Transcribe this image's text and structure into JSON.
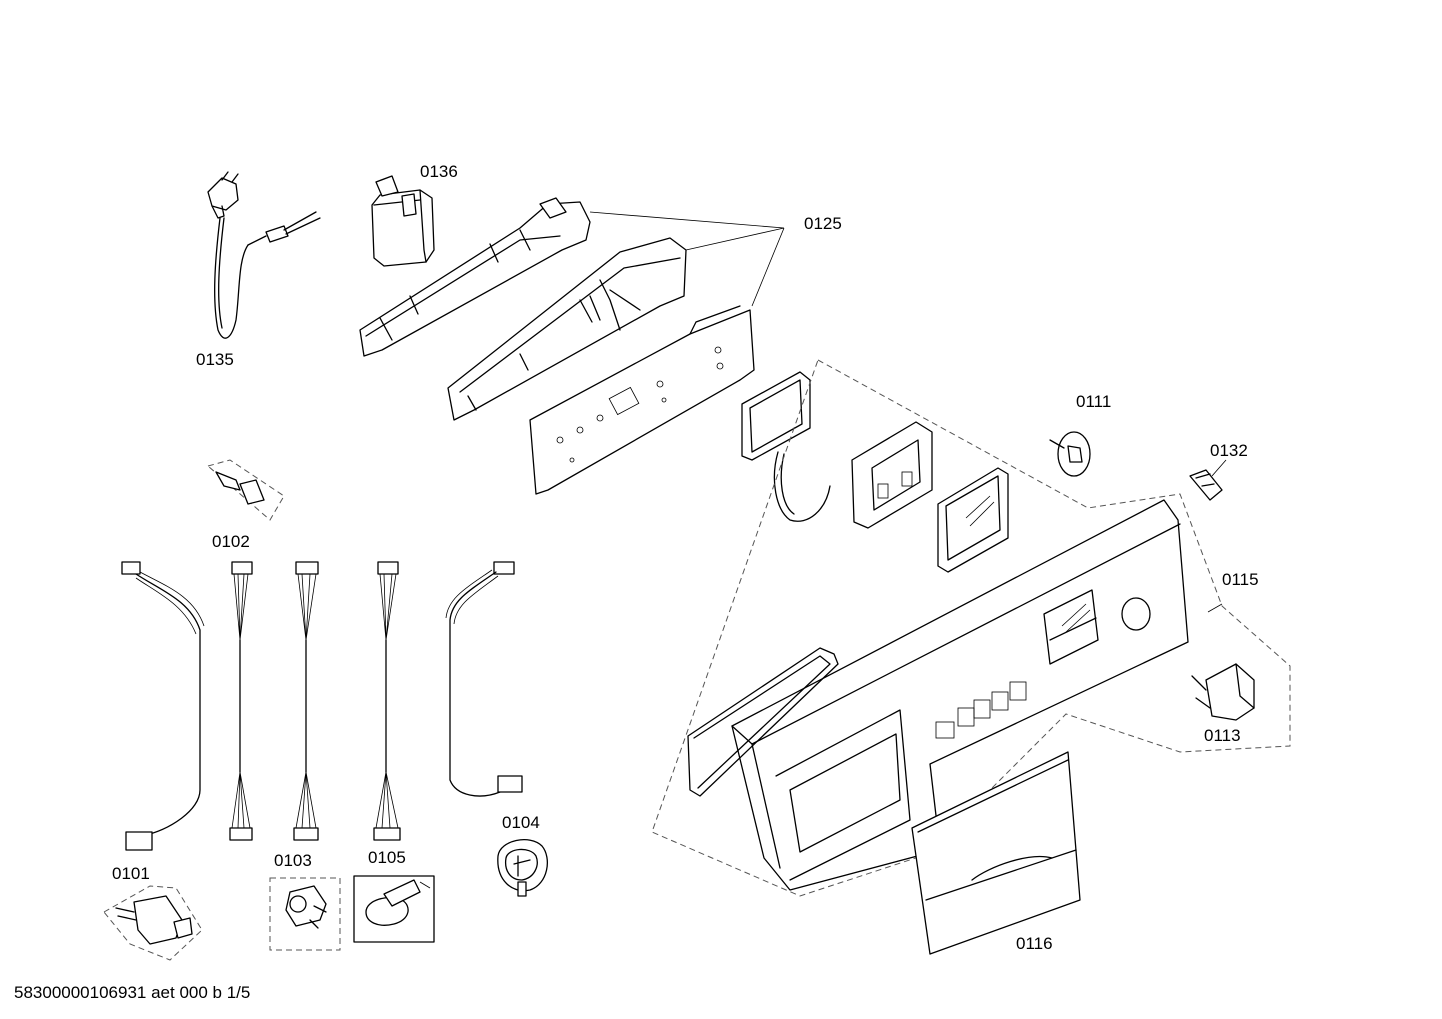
{
  "labels": {
    "p0101": "0101",
    "p0102": "0102",
    "p0103": "0103",
    "p0104": "0104",
    "p0105": "0105",
    "p0111": "0111",
    "p0113": "0113",
    "p0115": "0115",
    "p0116": "0116",
    "p0125": "0125",
    "p0132": "0132",
    "p0135": "0135",
    "p0136": "0136"
  },
  "footer": {
    "document_id": "58300000106931 aet 000 b 1/5"
  }
}
